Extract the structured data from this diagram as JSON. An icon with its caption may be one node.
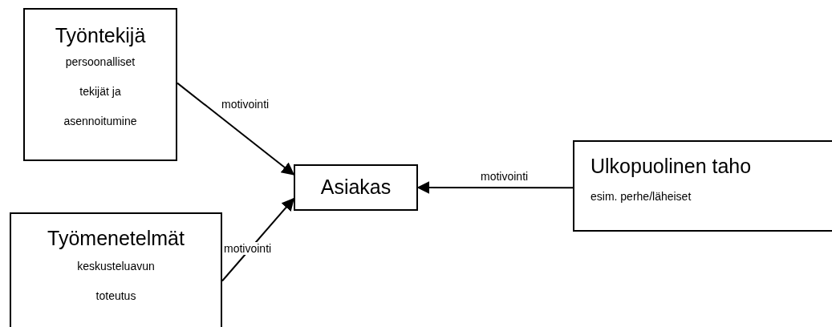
{
  "diagram": {
    "nodes": [
      {
        "text": [
          "Työntekijä",
          "persoonalliset tekijät ja asennoitumine"
        ]
      },
      {
        "text": [
          "Asiakas"
        ]
      },
      {
        "text": [
          "Ulkopuolinen taho",
          "esim. perhe/läheiset"
        ]
      },
      {
        "text": [
          "Työmenetelmät",
          "keskusteluavun toteutus"
        ]
      }
    ],
    "edges": [
      {
        "from": 0,
        "to": 1,
        "arrow": "to",
        "label": "motivointi"
      },
      {
        "from": 2,
        "to": 1,
        "arrow": "to",
        "label": "motivointi"
      },
      {
        "from": 3,
        "to": 1,
        "arrow": "to",
        "label": "motivointi"
      }
    ]
  }
}
